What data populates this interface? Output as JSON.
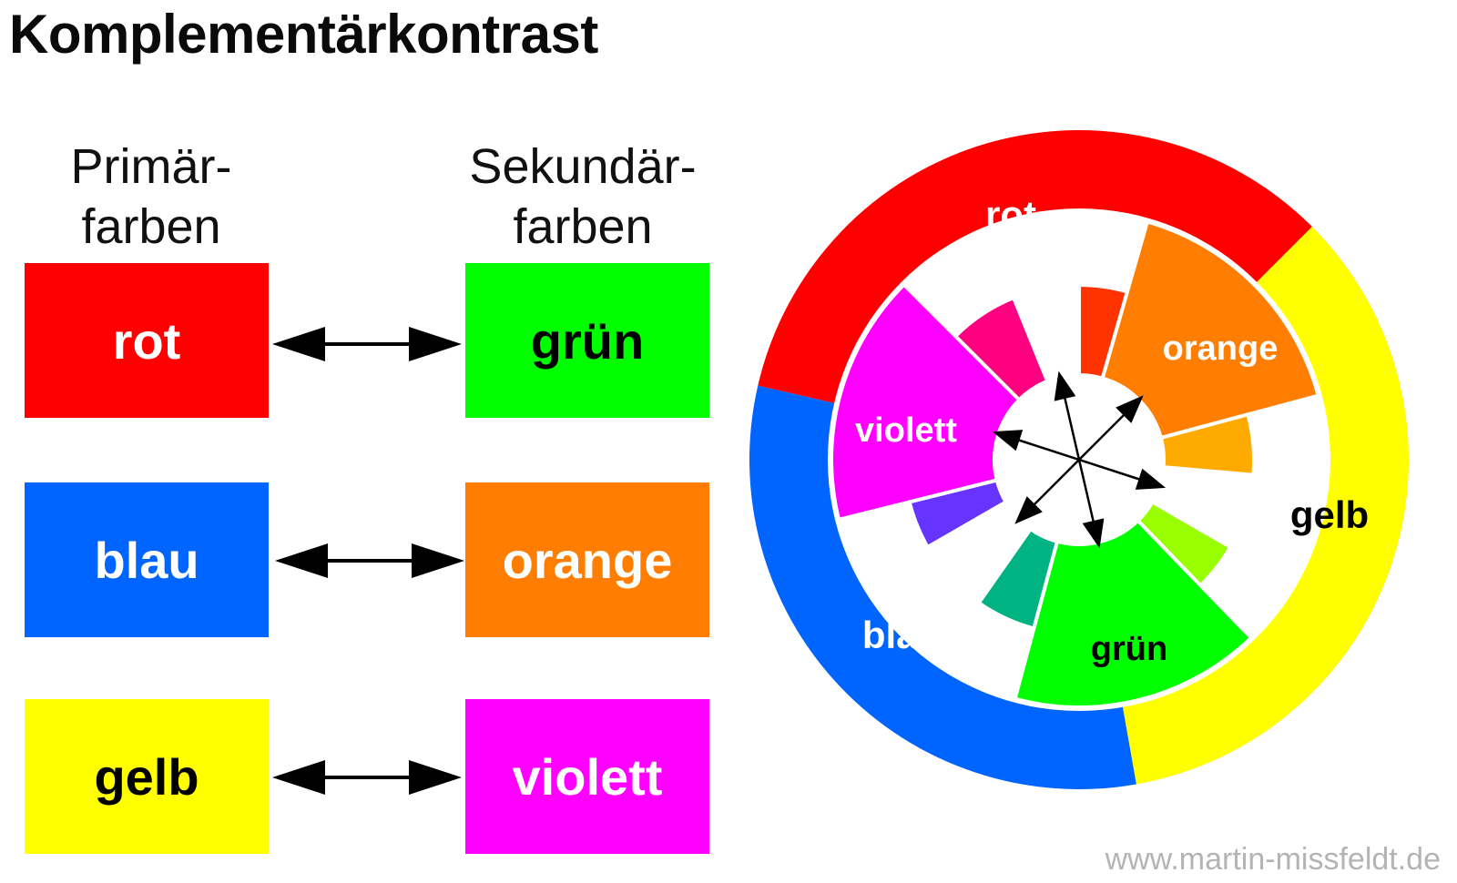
{
  "title": "Komplementärkontrast",
  "headers": {
    "primary": [
      "Primär-",
      "farben"
    ],
    "secondary": [
      "Sekundär-",
      "farben"
    ]
  },
  "pairs": [
    {
      "primary": {
        "label": "rot",
        "color": "#ff0000",
        "text": "#ffffff"
      },
      "secondary": {
        "label": "grün",
        "color": "#00ff00",
        "text": "#000000"
      }
    },
    {
      "primary": {
        "label": "blau",
        "color": "#0064ff",
        "text": "#ffffff"
      },
      "secondary": {
        "label": "orange",
        "color": "#ff7d00",
        "text": "#ffffff"
      }
    },
    {
      "primary": {
        "label": "gelb",
        "color": "#ffff00",
        "text": "#000000"
      },
      "secondary": {
        "label": "violett",
        "color": "#ff00ff",
        "text": "#ffffff"
      }
    }
  ],
  "wheel": {
    "outer": [
      {
        "label": "rot",
        "color": "#ff0000",
        "text": "#ffffff"
      },
      {
        "label": "gelb",
        "color": "#ffff00",
        "text": "#000000"
      },
      {
        "label": "blau",
        "color": "#0064ff",
        "text": "#ffffff"
      }
    ],
    "secondary": [
      {
        "label": "orange",
        "color": "#ff7d00",
        "text": "#ffffff"
      },
      {
        "label": "grün",
        "color": "#00ff00",
        "text": "#000000"
      },
      {
        "label": "violett",
        "color": "#ff00ff",
        "text": "#ffffff"
      }
    ],
    "tertiary_colors": [
      "#ff3300",
      "#ffaa00",
      "#99ff00",
      "#00b383",
      "#6633ff",
      "#ff0080"
    ]
  },
  "watermark": "www.martin-missfeldt.de"
}
